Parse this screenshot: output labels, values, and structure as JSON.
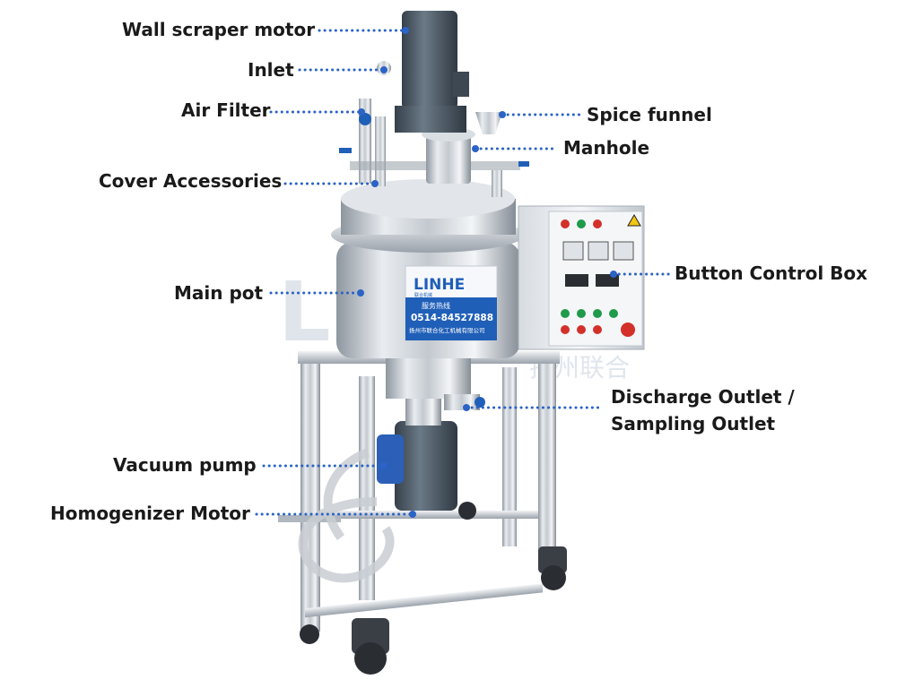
{
  "labels": {
    "wall_scraper_motor": "Wall scraper motor",
    "inlet": "Inlet",
    "air_filter": "Air Filter",
    "cover_accessories": "Cover Accessories",
    "main_pot": "Main pot",
    "vacuum_pump": "Vacuum pump",
    "homogenizer_motor": "Homogenizer Motor",
    "spice_funnel": "Spice funnel",
    "manhole": "Manhole",
    "button_control_box": "Button Control Box",
    "discharge_outlet_line1": "Discharge Outlet /",
    "discharge_outlet_line2": "Sampling Outlet"
  },
  "nameplate": {
    "brand": "LINHE",
    "brand_sub": "联合机械",
    "hotline_label": "服务热线",
    "phone": "0514-84527888",
    "company": "扬州市联合化工机械有限公司"
  },
  "watermark": {
    "latin": "LINHE",
    "chinese": "扬州联合"
  },
  "colors": {
    "leader_dot": "#2b63c6",
    "label_text": "#1a1a1a",
    "steel_light": "#eef1f4",
    "steel_mid": "#b9c0c8",
    "steel_dark": "#6b737c",
    "motor_body": "#4d5a66",
    "nameplate_blue": "#1f5fb8",
    "button_red": "#d4302a",
    "button_green": "#1f9a4a",
    "watermark": "#c7d1dd"
  }
}
